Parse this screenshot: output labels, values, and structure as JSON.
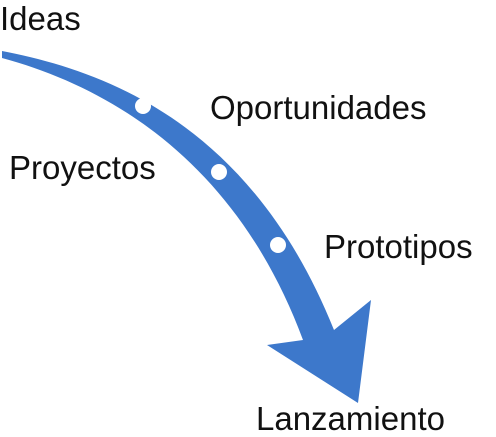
{
  "stages": [
    {
      "label": "Ideas"
    },
    {
      "label": "Oportunidades"
    },
    {
      "label": "Proyectos"
    },
    {
      "label": "Prototipos"
    },
    {
      "label": "Lanzamiento"
    }
  ],
  "colors": {
    "arrow": "#3d78cb",
    "milestone": "#ffffff",
    "text": "#111111",
    "background": "#ffffff"
  }
}
